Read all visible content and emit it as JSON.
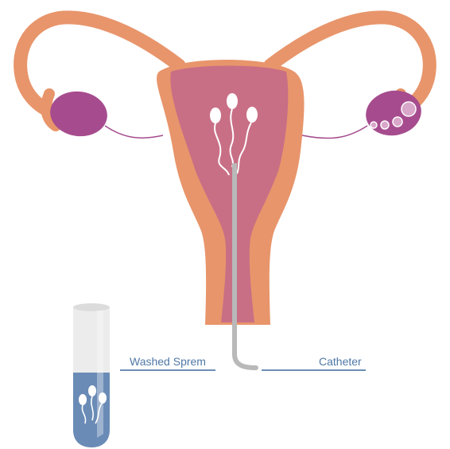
{
  "labels": {
    "washed_sperm": "Washed Sprem",
    "catheter": "Catheter"
  },
  "colors": {
    "uterus_outer": "#e8956b",
    "uterus_inner": "#c86f86",
    "ovary": "#a64c8e",
    "sperm": "#ffffff",
    "catheter": "#b9b9b9",
    "tube_glass": "#ececec",
    "tube_liquid": "#6a8bb6",
    "label_text": "#4f78a6"
  },
  "icons": {
    "uterus": "uterus-diagram",
    "sperm": "sperm-icon",
    "ovary_follicle": "follicle-icon",
    "test_tube": "test-tube-icon"
  }
}
